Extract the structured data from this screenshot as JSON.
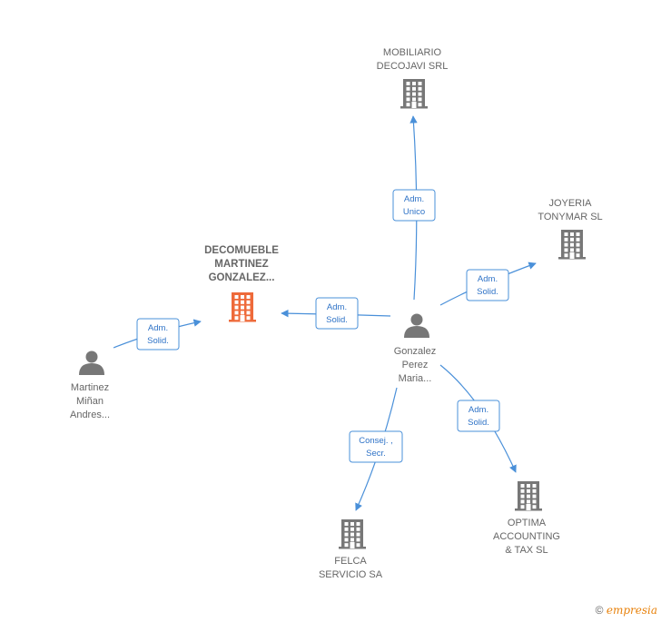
{
  "colors": {
    "edge": "#4a90d9",
    "edge_text": "#2f73c7",
    "company": "#777777",
    "company_main": "#ee6a3a",
    "person": "#777777",
    "label": "#666666"
  },
  "nodes": [
    {
      "id": "center",
      "kind": "person",
      "icon": "person-icon",
      "lines": [
        "Gonzalez",
        "Perez",
        "Maria..."
      ]
    },
    {
      "id": "decomueble",
      "kind": "company-main",
      "icon": "building-icon",
      "lines": [
        "DECOMUEBLE",
        "MARTINEZ",
        "GONZALEZ..."
      ]
    },
    {
      "id": "mobiliario",
      "kind": "company",
      "icon": "building-icon",
      "lines": [
        "MOBILIARIO",
        "DECOJAVI SRL"
      ]
    },
    {
      "id": "joyeria",
      "kind": "company",
      "icon": "building-icon",
      "lines": [
        "JOYERIA",
        "TONYMAR  SL"
      ]
    },
    {
      "id": "optima",
      "kind": "company",
      "icon": "building-icon",
      "lines": [
        "OPTIMA",
        "ACCOUNTING",
        "& TAX  SL"
      ]
    },
    {
      "id": "felca",
      "kind": "company",
      "icon": "building-icon",
      "lines": [
        "FELCA",
        "SERVICIO SA"
      ]
    },
    {
      "id": "martinez",
      "kind": "person",
      "icon": "person-icon",
      "lines": [
        "Martinez",
        "Miñan",
        "Andres..."
      ]
    }
  ],
  "edges": [
    {
      "from": "center",
      "to": "mobiliario",
      "label": [
        "Adm.",
        "Unico"
      ]
    },
    {
      "from": "center",
      "to": "joyeria",
      "label": [
        "Adm.",
        "Solid."
      ]
    },
    {
      "from": "center",
      "to": "decomueble",
      "label": [
        "Adm.",
        "Solid."
      ]
    },
    {
      "from": "center",
      "to": "optima",
      "label": [
        "Adm.",
        "Solid."
      ]
    },
    {
      "from": "center",
      "to": "felca",
      "label": [
        "Consej. ,",
        "Secr."
      ]
    },
    {
      "from": "martinez",
      "to": "decomueble",
      "label": [
        "Adm.",
        "Solid."
      ]
    }
  ],
  "watermark": {
    "copyright": "©",
    "brand": "mpresia",
    "brand_initial": "e"
  }
}
